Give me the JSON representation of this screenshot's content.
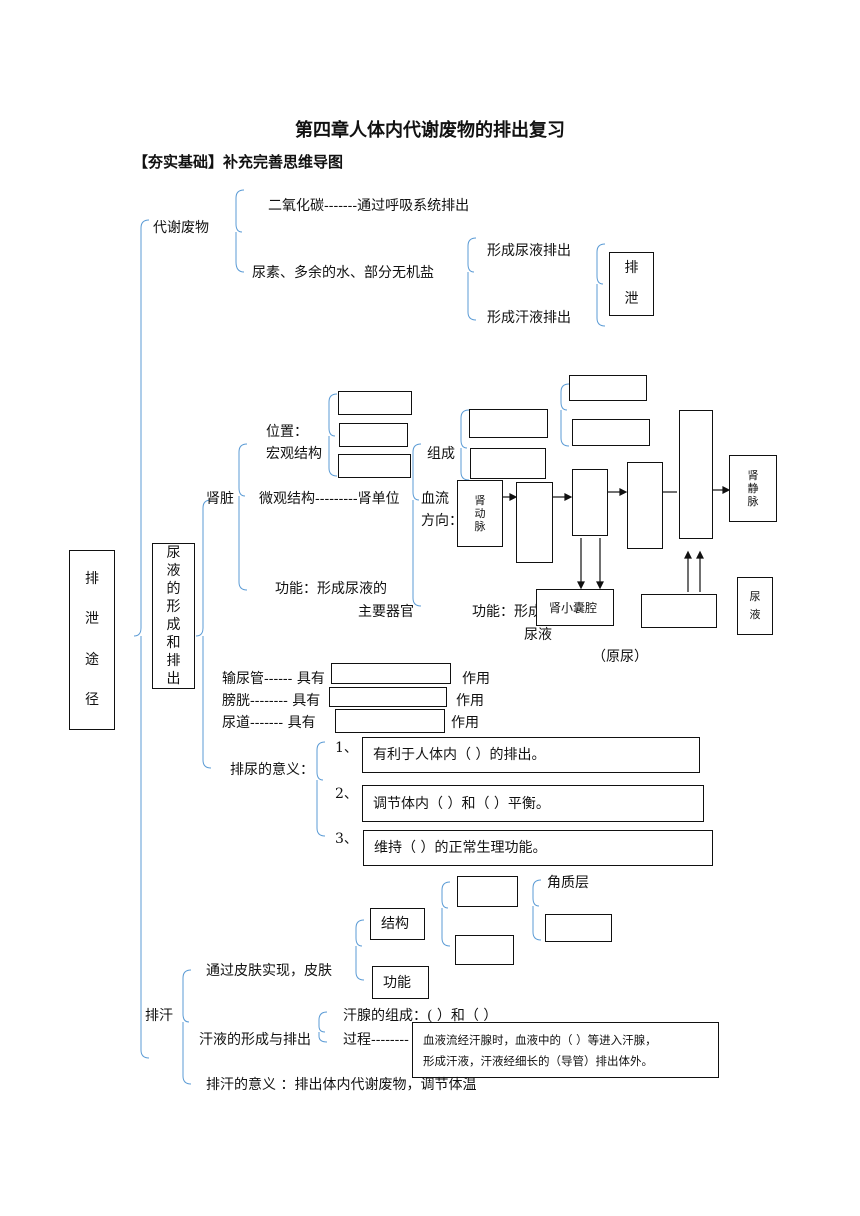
{
  "title": "第四章人体内代谢废物的排出复习",
  "subtitle": "【夯实基础】补充完善思维导图",
  "root": {
    "c1": "排",
    "c2": "泄",
    "c3": "途",
    "c4": "径"
  },
  "waste": {
    "label": "代谢废物",
    "co2": "二氧化碳-------通过呼吸系统排出",
    "urea": "尿素、多余的水、部分无机盐",
    "urine": "形成尿液排出",
    "sweat": "形成汗液排出",
    "excretion_c1": "排",
    "excretion_c2": "泄"
  },
  "urine_section": {
    "label": "尿液的形成和排出",
    "kidney": "肾脏",
    "position": "位置：",
    "macro": "宏观结构",
    "micro": "微观结构---------肾单位",
    "function": "功能：形成尿液的",
    "main_organ": "主要器官",
    "compose": "组成",
    "blood_flow_1": "血流",
    "blood_flow_2": "方向：",
    "renal_artery": "肾动脉",
    "renal_vein": "肾静脉",
    "capsule": "肾小囊腔",
    "urine_box": "尿液",
    "function2": "功能：形成",
    "urine_word": "尿液",
    "primary": "（原尿）"
  },
  "organs": {
    "ureter": "输尿管------  具有",
    "bladder": "膀胱--------  具有",
    "urethra": "尿道-------    具有",
    "effect": "作用"
  },
  "significance": {
    "label": "排尿的意义：",
    "n1": "1、",
    "n2": "2、",
    "n3": "3、",
    "s1": "有利于人体内（                           ）的排出。",
    "s2": "调节体内（               ）和（                 ）平衡。",
    "s3": "维持（                                    ）的正常生理功能。"
  },
  "sweat_section": {
    "label": "排汗",
    "skin": "通过皮肤实现，皮肤",
    "structure": "结构",
    "function": "功能",
    "stratum": "角质层",
    "formation": "汗液的形成与排出",
    "gland": "汗腺的组成：(            ）和（          ）",
    "process": "过程--------",
    "process_1": "血液流经汗腺时，血液中的（           ）等进入汗腺，",
    "process_2": "形成汗液，汗液经细长的（导管）排出体外。",
    "meaning": "排汗的意义 ：排出体内代谢废物，调节体温"
  }
}
